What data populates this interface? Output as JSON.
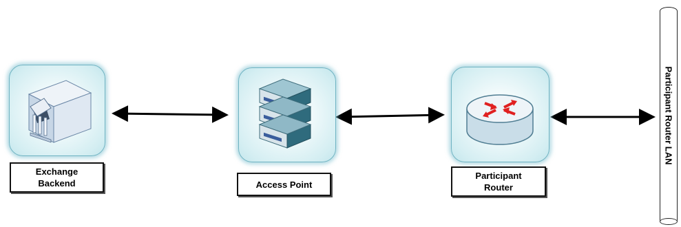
{
  "nodes": {
    "exchange_backend": {
      "label": "Exchange\nBackend",
      "icon": "bank-building-icon"
    },
    "access_point": {
      "label": "Access Point",
      "icon": "server-stack-icon"
    },
    "participant_router": {
      "label": "Participant\nRouter",
      "icon": "router-icon"
    }
  },
  "lan": {
    "label": "Participant Router LAN",
    "icon": "lan-bus-icon"
  },
  "colors": {
    "node_border": "#6fb3c2",
    "router_arrows": "#e02020",
    "server_body": "#2f6b7d"
  }
}
